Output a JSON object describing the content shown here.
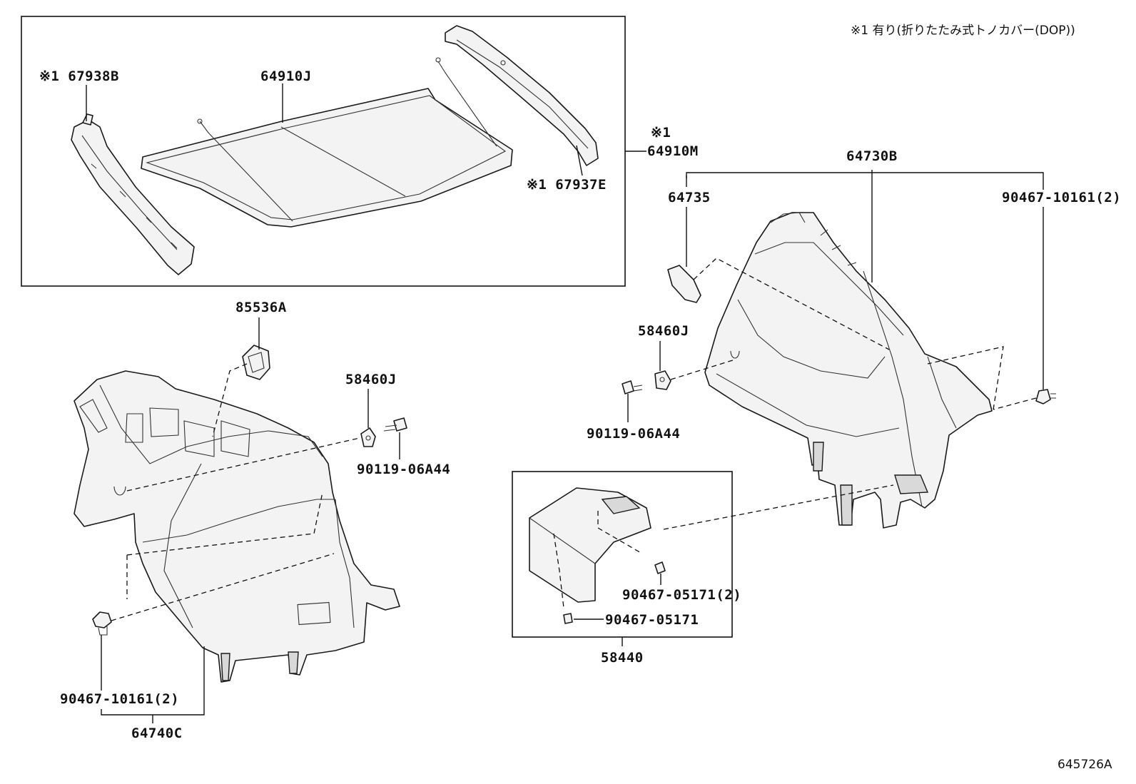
{
  "header_note": "※1 有り(折りたたみ式トノカバー(DOP))",
  "footer_code": "645726A",
  "labels": {
    "p67938B": "※1 67938B",
    "p64910J": "64910J",
    "p64910M_mark": "※1",
    "p64910M": "64910M",
    "p67937E": "※1 67937E",
    "p64730B": "64730B",
    "p64735": "64735",
    "p90467_10161_right": "90467-10161(2)",
    "p85536A": "85536A",
    "p58460J_left": "58460J",
    "p90119_left": "90119-06A44",
    "p58460J_right": "58460J",
    "p90119_right": "90119-06A44",
    "p90467_05171_2": "90467-05171(2)",
    "p90467_05171": "90467-05171",
    "p58440": "58440",
    "p90467_10161_left": "90467-10161(2)",
    "p64740C": "64740C"
  }
}
